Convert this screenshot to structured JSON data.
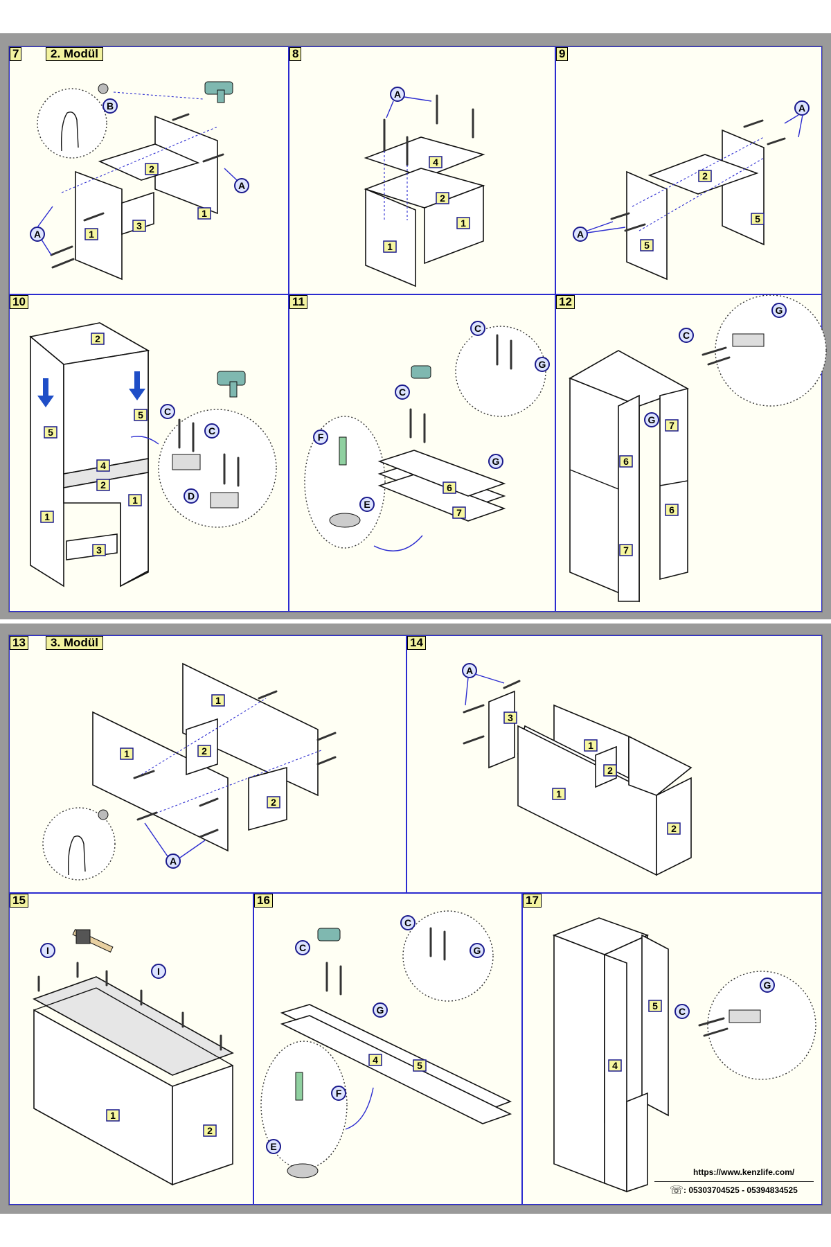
{
  "sheets": [
    {
      "panels": [
        {
          "num": "7",
          "module": "2. Modül"
        },
        {
          "num": "8"
        },
        {
          "num": "9"
        },
        {
          "num": "10"
        },
        {
          "num": "11"
        },
        {
          "num": "12"
        }
      ]
    },
    {
      "panels": [
        {
          "num": "13",
          "module": "3. Modül"
        },
        {
          "num": "14"
        },
        {
          "num": "15"
        },
        {
          "num": "16"
        },
        {
          "num": "17"
        }
      ]
    }
  ],
  "hardware_tags": [
    "A",
    "B",
    "C",
    "D",
    "E",
    "F",
    "G",
    "I"
  ],
  "part_numbers": [
    "1",
    "2",
    "3",
    "4",
    "5",
    "6",
    "7"
  ],
  "footer": {
    "url": "https://www.kenzlife.com/",
    "phones": ": 05303704525 - 05394834525",
    "phone_icon": "phone-icon"
  },
  "colors": {
    "sheet_border": "#9a9a9a",
    "page_bg": "#fffff4",
    "accent_blue": "#2b2bd0",
    "label_yellow": "#f3f3a0",
    "tag_fill": "#dde4ff"
  }
}
